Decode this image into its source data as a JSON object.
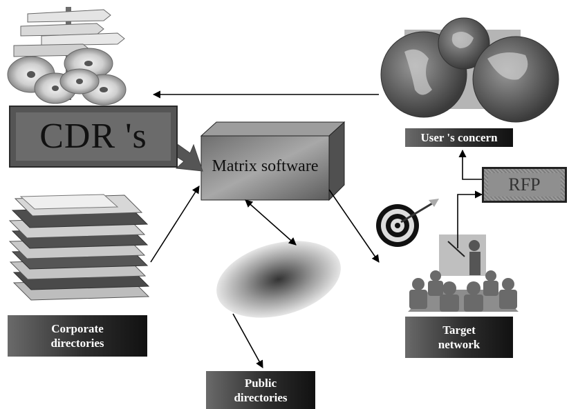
{
  "cdr": {
    "label": "CDR 's"
  },
  "matrix": {
    "label": "Matrix software"
  },
  "user_concern": {
    "label": "User 's concern"
  },
  "rfp": {
    "label": "RFP"
  },
  "corporate": {
    "line1": "Corporate",
    "line2": "directories"
  },
  "target": {
    "line1": "Target",
    "line2": "network"
  },
  "public_dir": {
    "line1": "Public",
    "line2": "directories"
  },
  "colors": {
    "label_bg_dark": "#111111",
    "label_bg_light": "#6a6a6a",
    "cdr_bg": "#6b6b6b",
    "box_gray": "#8a8a8a"
  }
}
